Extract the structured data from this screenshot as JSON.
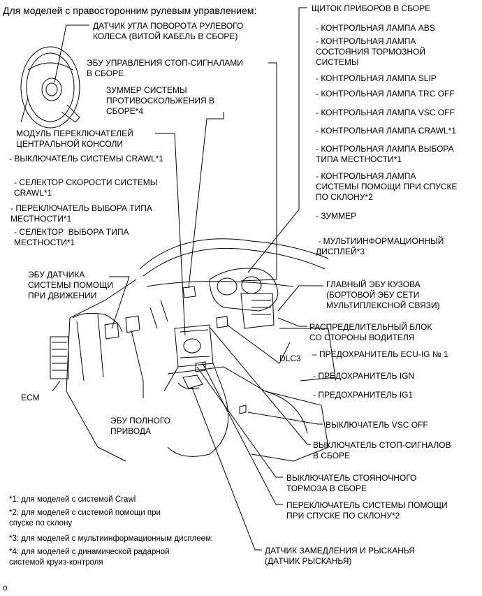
{
  "title": "Для моделей с правосторонним рулевым управлением:",
  "labels": {
    "steering_sensor": "ДАТЧИК УГЛА ПОВОРОТА РУЛЕВОГО\nКОЛЕСА (ВИТОЙ КАБЕЛЬ В СБОРЕ)",
    "stop_ecu": "ЭБУ УПРАВЛЕНИЯ СТОП-СИГНАЛАМИ\nВ СБОРЕ",
    "buzzer_antiskid": "ЗУММЕР СИСТЕМЫ\nПРОТИВОСКОЛЬЖЕНИЯ В\nСБОРЕ*4",
    "center_console_module": "МОДУЛЬ ПЕРЕКЛЮЧАТЕЛЕЙ\nЦЕНТРАЛЬНОЙ КОНСОЛИ",
    "crawl_switch": "- ВЫКЛЮЧАТЕЛЬ СИСТЕМЫ CRAWL*1",
    "crawl_speed": "- СЕЛЕКТОР СКОРОСТИ СИСТЕМЫ\nCRAWL*1",
    "terrain_switch": "- ПЕРЕКЛЮЧАТЕЛЬ ВЫБОРА ТИПА\nМЕСТНОСТИ*1",
    "terrain_selector": "- СЕЛЕКТОР  ВЫБОРА ТИПА\nМЕСТНОСТИ*1",
    "assist_sensor_ecu": "ЭБУ ДАТЧИКА\nСИСТЕМЫ ПОМОЩИ\nПРИ ДВИЖЕНИИ",
    "ecm": "ECM",
    "awd_ecu": "ЭБУ ПОЛНОГО\nПРИВОДА",
    "combination_meter": "ЩИТОК ПРИБОРОВ В СБОРЕ",
    "lamp_abs": "- КОНТРОЛЬНАЯ ЛАМПА ABS",
    "lamp_brake": "- КОНТРОЛЬНАЯ ЛАМПА\nСОСТОЯНИЯ ТОРМОЗНОЙ\nСИСТЕМЫ",
    "lamp_slip": "- КОНТРОЛЬНАЯ ЛАМПА SLIP",
    "lamp_trc": "- КОНТРОЛЬНАЯ ЛАМПА TRC OFF",
    "lamp_vsc": "- КОНТРОЛЬНАЯ ЛАМПА VSC OFF",
    "lamp_crawl": "- КОНТРОЛЬНАЯ ЛАМПА CRAWL*1",
    "lamp_terrain": "- КОНТРОЛЬНАЯ ЛАМПА ВЫБОРА\nТИПА МЕСТНОСТИ*1",
    "lamp_hill": "- КОНТРОЛЬНАЯ ЛАМПА\nСИСТЕМЫ ПОМОЩИ ПРИ СПУСКЕ\nПО СКЛОНУ*2",
    "buzzer": "- ЗУММЕР",
    "multi_display": " - МУЛЬТИИНФОРМАЦИОННЫЙ\nДИСПЛЕЙ*3",
    "body_ecu": "ГЛАВНЫЙ ЭБУ КУЗОВА\n(БОРТОВОЙ ЭБУ СЕТИ\nМУЛЬТИПЛЕКСНОЙ СВЯЗИ)",
    "junction_block": "РАСПРЕДЕЛИТЕЛЬНЫЙ БЛОК\nСО СТОРОНЫ ВОДИТЕЛЯ",
    "dlc3": "DLC3",
    "fuse_ecuig": "– ПРЕДОХРАНИТЕЛЬ ECU-IG № 1",
    "fuse_ign": "- ПРЕДОХРАНИТЕЛЬ IGN",
    "fuse_ig1": "- ПРЕДОХРАНИТЕЛЬ IG1",
    "vsc_off_switch": "ВЫКЛЮЧАТЕЛЬ VSC OFF",
    "stop_lamp_switch": "ВЫКЛЮЧАТЕЛЬ СТОП-СИГНАЛОВ\nВ СБОРЕ",
    "parking_brake_switch": "ВЫКЛЮЧАТЕЛЬ СТОЯНОЧНОГО\nТОРМОЗА В СБОРЕ",
    "hill_descent_switch": "ПЕРЕКЛЮЧАТЕЛЬ СИСТЕМЫ ПОМОЩИ\nПРИ СПУСКЕ ПО СКЛОНУ*2",
    "yaw_sensor": "ДАТЧИК ЗАМЕДЛЕНИЯ И РЫСКАНЬЯ\n(ДАТЧИК РЫСКАНЬЯ)"
  },
  "footnotes": {
    "n1": "*1: для моделей с системой Crawl",
    "n2": "*2: для моделей с системой помощи при\nспуске по склону",
    "n3": "*3: для моделей с мультиинформационным дисплеем:",
    "n4": "*4: для моделей с динамической радарной\nсистемой круиз-контроля"
  },
  "figure_code": "o"
}
